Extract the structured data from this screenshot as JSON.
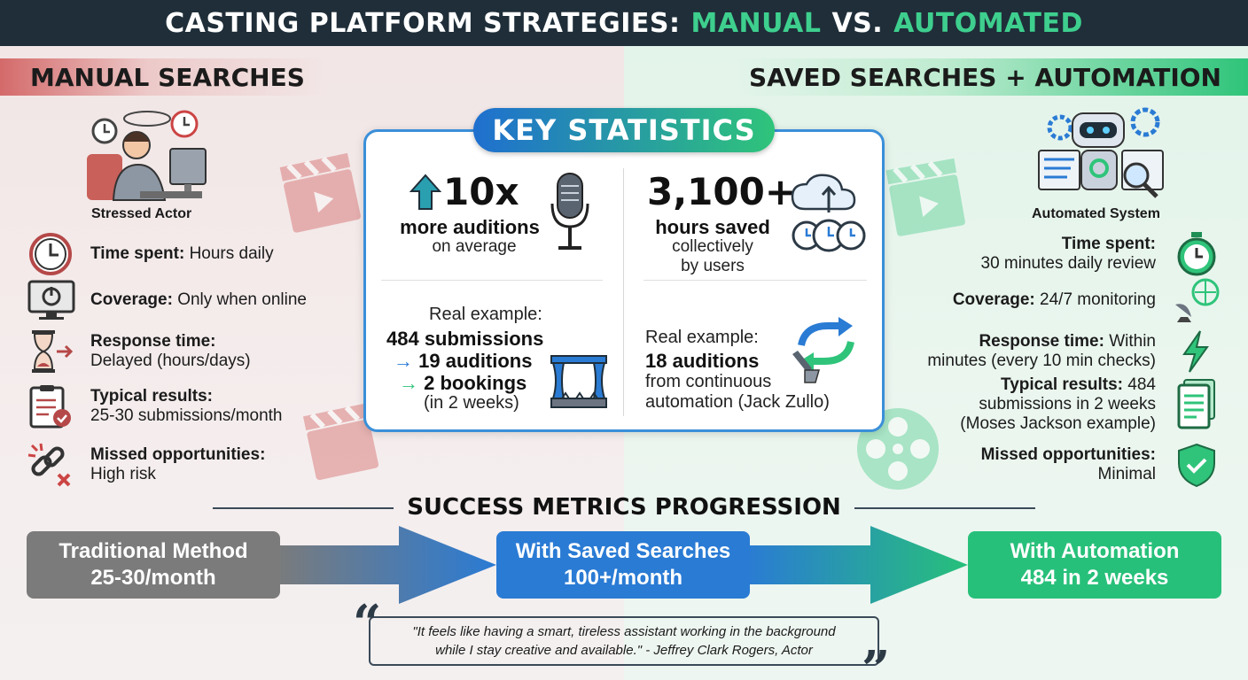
{
  "title": {
    "part1": "CASTING PLATFORM STRATEGIES:",
    "part2": "MANUAL",
    "part3": "VS.",
    "part4": "AUTOMATED"
  },
  "left": {
    "header": "MANUAL SEARCHES",
    "figure_caption": "Stressed Actor",
    "items": [
      {
        "label": "Time spent:",
        "value": "Hours daily",
        "icon": "clock-icon"
      },
      {
        "label": "Coverage:",
        "value": "Only when online",
        "icon": "monitor-power-icon"
      },
      {
        "label": "Response time:",
        "value": "Delayed (hours/days)",
        "icon": "hourglass-icon"
      },
      {
        "label": "Typical results:",
        "value": "25-30 submissions/month",
        "icon": "clipboard-icon"
      },
      {
        "label": "Missed opportunities:",
        "value": "High risk",
        "icon": "broken-link-icon"
      }
    ]
  },
  "right": {
    "header": "SAVED SEARCHES + AUTOMATION",
    "figure_caption": "Automated System",
    "items": [
      {
        "label": "Time spent:",
        "value": "30 minutes daily review",
        "icon": "stopwatch-icon"
      },
      {
        "label": "Coverage:",
        "value": "24/7 monitoring",
        "icon": "satellite-dish-icon"
      },
      {
        "label": "Response time:",
        "value_a": "Within",
        "value_b": "minutes (every 10 min checks)",
        "icon": "lightning-icon"
      },
      {
        "label": "Typical results:",
        "value_a": "484",
        "value_b": "submissions in 2 weeks",
        "value_c": "(Moses Jackson example)",
        "icon": "documents-icon"
      },
      {
        "label": "Missed opportunities:",
        "value": "Minimal",
        "icon": "shield-check-icon"
      }
    ]
  },
  "stats": {
    "title": "KEY STATISTICS",
    "stat1": {
      "big": "10x",
      "line1": "more auditions",
      "line2": "on average",
      "icon": "microphone-icon"
    },
    "stat2": {
      "big": "3,100+",
      "line1": "hours saved",
      "line2": "collectively",
      "line3": "by users",
      "icon": "cloud-clocks-icon"
    },
    "example1": {
      "line1": "Real example:",
      "line2": "484 submissions",
      "line3_arrow": "→",
      "line3": "19 auditions",
      "line4_arrow": "→",
      "line4": "2 bookings",
      "line5": "(in 2 weeks)",
      "icon": "stage-icon"
    },
    "example2": {
      "line1": "Real example:",
      "line2": "18 auditions",
      "line3": "from continuous",
      "line4": "automation (Jack Zullo)",
      "icon": "sync-arrows-icon"
    }
  },
  "metrics": {
    "title": "SUCCESS METRICS PROGRESSION",
    "stages": [
      {
        "line1": "Traditional Method",
        "line2": "25-30/month"
      },
      {
        "line1": "With Saved Searches",
        "line2": "100+/month"
      },
      {
        "line1": "With Automation",
        "line2": "484 in 2 weeks"
      }
    ]
  },
  "quote": {
    "line1": "\"It feels like having a smart, tireless assistant working in the background",
    "line2": "while I stay creative and available.\" - Jeffrey Clark Rogers, Actor",
    "open_mark": "“",
    "close_mark": "”"
  },
  "colors": {
    "manual_red": "#d46a6a",
    "auto_green": "#2fc47a",
    "blue": "#2a7bd4",
    "gray": "#7b7b7b",
    "header_bg": "#1f2e39"
  }
}
